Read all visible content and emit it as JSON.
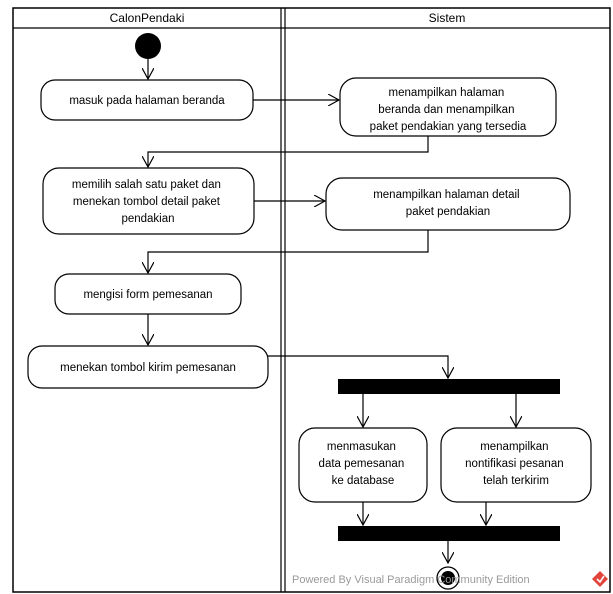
{
  "lanes": {
    "left": {
      "title": "CalonPendaki"
    },
    "right": {
      "title": "Sistem"
    }
  },
  "activities": {
    "a1": {
      "lines": [
        "masuk pada halaman beranda"
      ]
    },
    "a2": {
      "lines": [
        "menampilkan halaman",
        "beranda dan menampilkan",
        "paket pendakian yang tersedia"
      ]
    },
    "a3": {
      "lines": [
        "memilih salah satu paket dan",
        "menekan tombol detail paket",
        "pendakian"
      ]
    },
    "a4": {
      "lines": [
        "menampilkan halaman detail",
        "paket pendakian"
      ]
    },
    "a5": {
      "lines": [
        "mengisi form pemesanan"
      ]
    },
    "a6": {
      "lines": [
        "menekan tombol kirim pemesanan"
      ]
    },
    "a7": {
      "lines": [
        "menmasukan",
        "data pemesanan",
        "ke database"
      ]
    },
    "a8": {
      "lines": [
        "menampilkan",
        "nontifikasi pesanan",
        "telah terkirim"
      ]
    }
  },
  "watermark": {
    "text": "Powered By  Visual Paradigm Community Edition"
  },
  "colors": {
    "line": "#000000",
    "bar": "#000000",
    "watermark_icon": "#e0443a"
  }
}
